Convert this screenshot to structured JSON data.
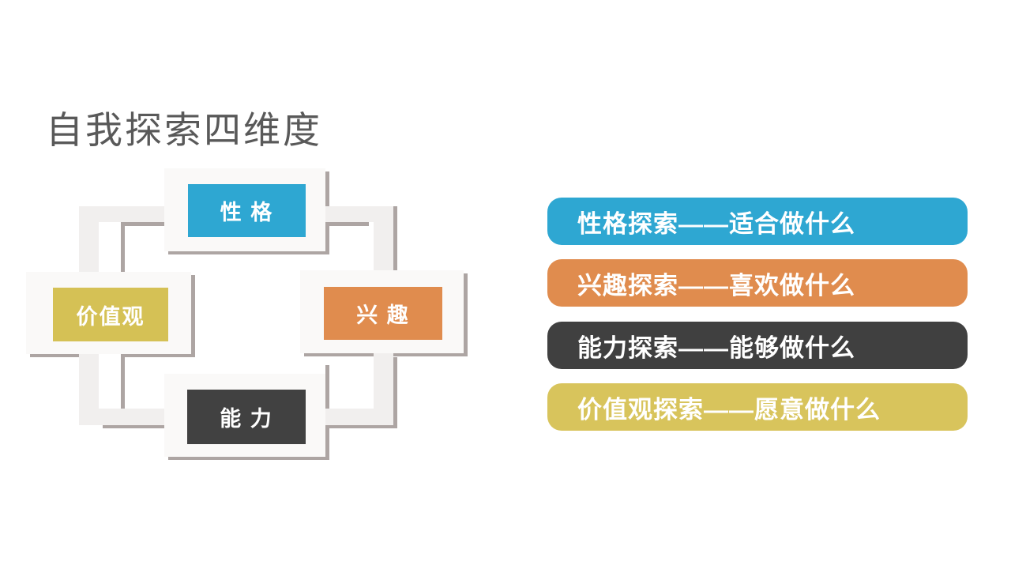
{
  "slide": {
    "title": "自我探索四维度",
    "background_color": "#ffffff",
    "title_color": "#595959"
  },
  "diagram": {
    "description": "四个白色卡片组成的循环图，由浅灰色回路连接",
    "card_color": "#faf9f8",
    "connector_band_color": "#f1efee",
    "shadow_line_color": "#ada5a3",
    "nodes": [
      {
        "id": "personality",
        "label": "性 格",
        "color": "#2ea7d2",
        "position": "top"
      },
      {
        "id": "values",
        "label": "价值观",
        "color": "#d5c155",
        "position": "left"
      },
      {
        "id": "interests",
        "label": "兴 趣",
        "color": "#e08c4e",
        "position": "right"
      },
      {
        "id": "abilities",
        "label": "能 力",
        "color": "#414141",
        "position": "bottom"
      }
    ]
  },
  "banners": [
    {
      "id": "personality-exploration",
      "label": "性格探索——适合做什么",
      "color": "#2ea7d2"
    },
    {
      "id": "interest-exploration",
      "label": "兴趣探索——喜欢做什么",
      "color": "#e08c4e"
    },
    {
      "id": "ability-exploration",
      "label": "能力探索——能够做什么",
      "color": "#404040"
    },
    {
      "id": "values-exploration",
      "label": "价值观探索——愿意做什么",
      "color": "#d8c45c"
    }
  ]
}
